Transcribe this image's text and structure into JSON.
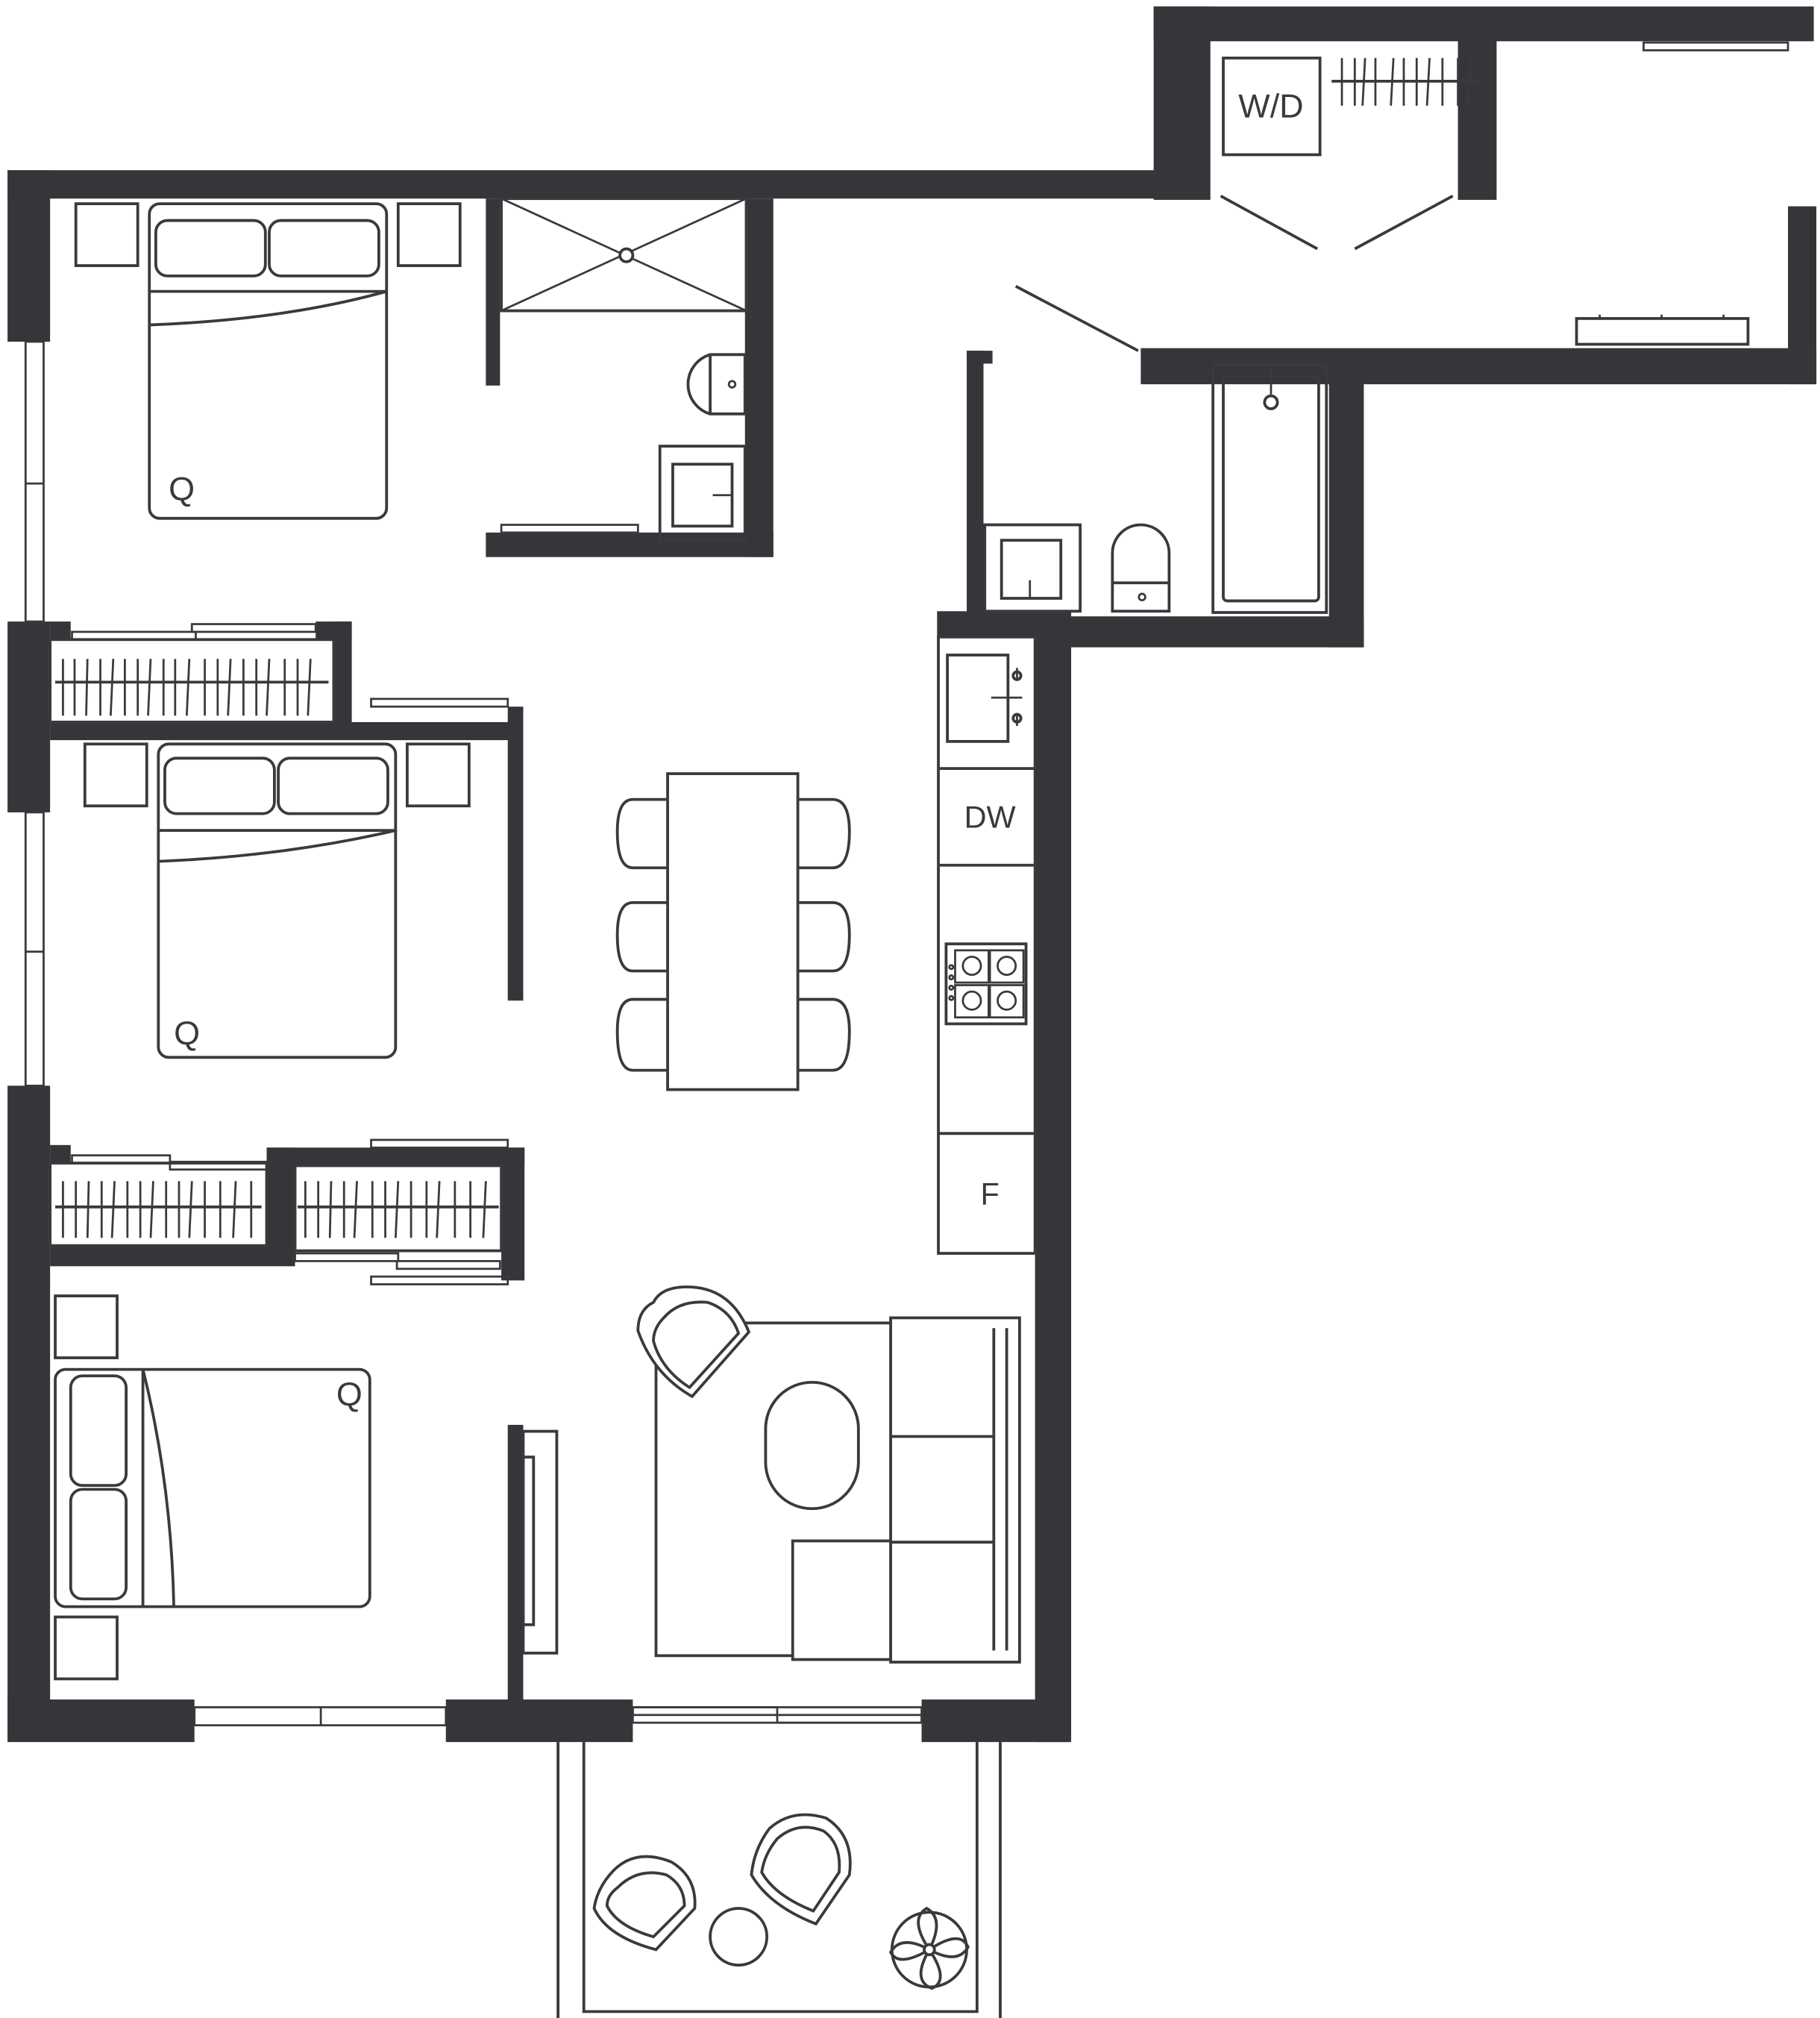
{
  "labels": {
    "washer_dryer": "W/D",
    "dishwasher": "DW",
    "fridge": "F",
    "bed_1": "Q",
    "bed_2": "Q",
    "bed_3": "Q"
  },
  "colors": {
    "wall": "#36363a",
    "line": "#3a3a3c",
    "background": "#ffffff"
  }
}
